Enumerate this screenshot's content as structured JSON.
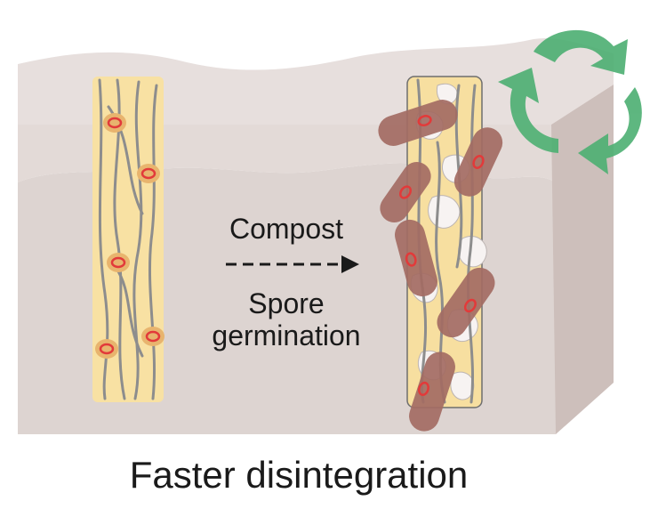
{
  "labels": {
    "compost": "Compost",
    "spore_line1": "Spore",
    "spore_line2": "germination",
    "caption": "Faster disintegration"
  },
  "colors": {
    "soil_top": "#e4dbd9",
    "soil_front": "#d9cfcb",
    "soil_side": "#cbbcb8",
    "strip_fill": "#f7dfa0",
    "fiber": "#8a8a8a",
    "spore_outer": "#e2b06a",
    "spore_inner": "#e23a3a",
    "bacteria": "#a36b63",
    "recycle": "#4caf72",
    "arrow": "#1a1a1a"
  },
  "icons": {
    "recycle": "recycle-icon",
    "arrow": "dashed-arrow-right-icon"
  }
}
